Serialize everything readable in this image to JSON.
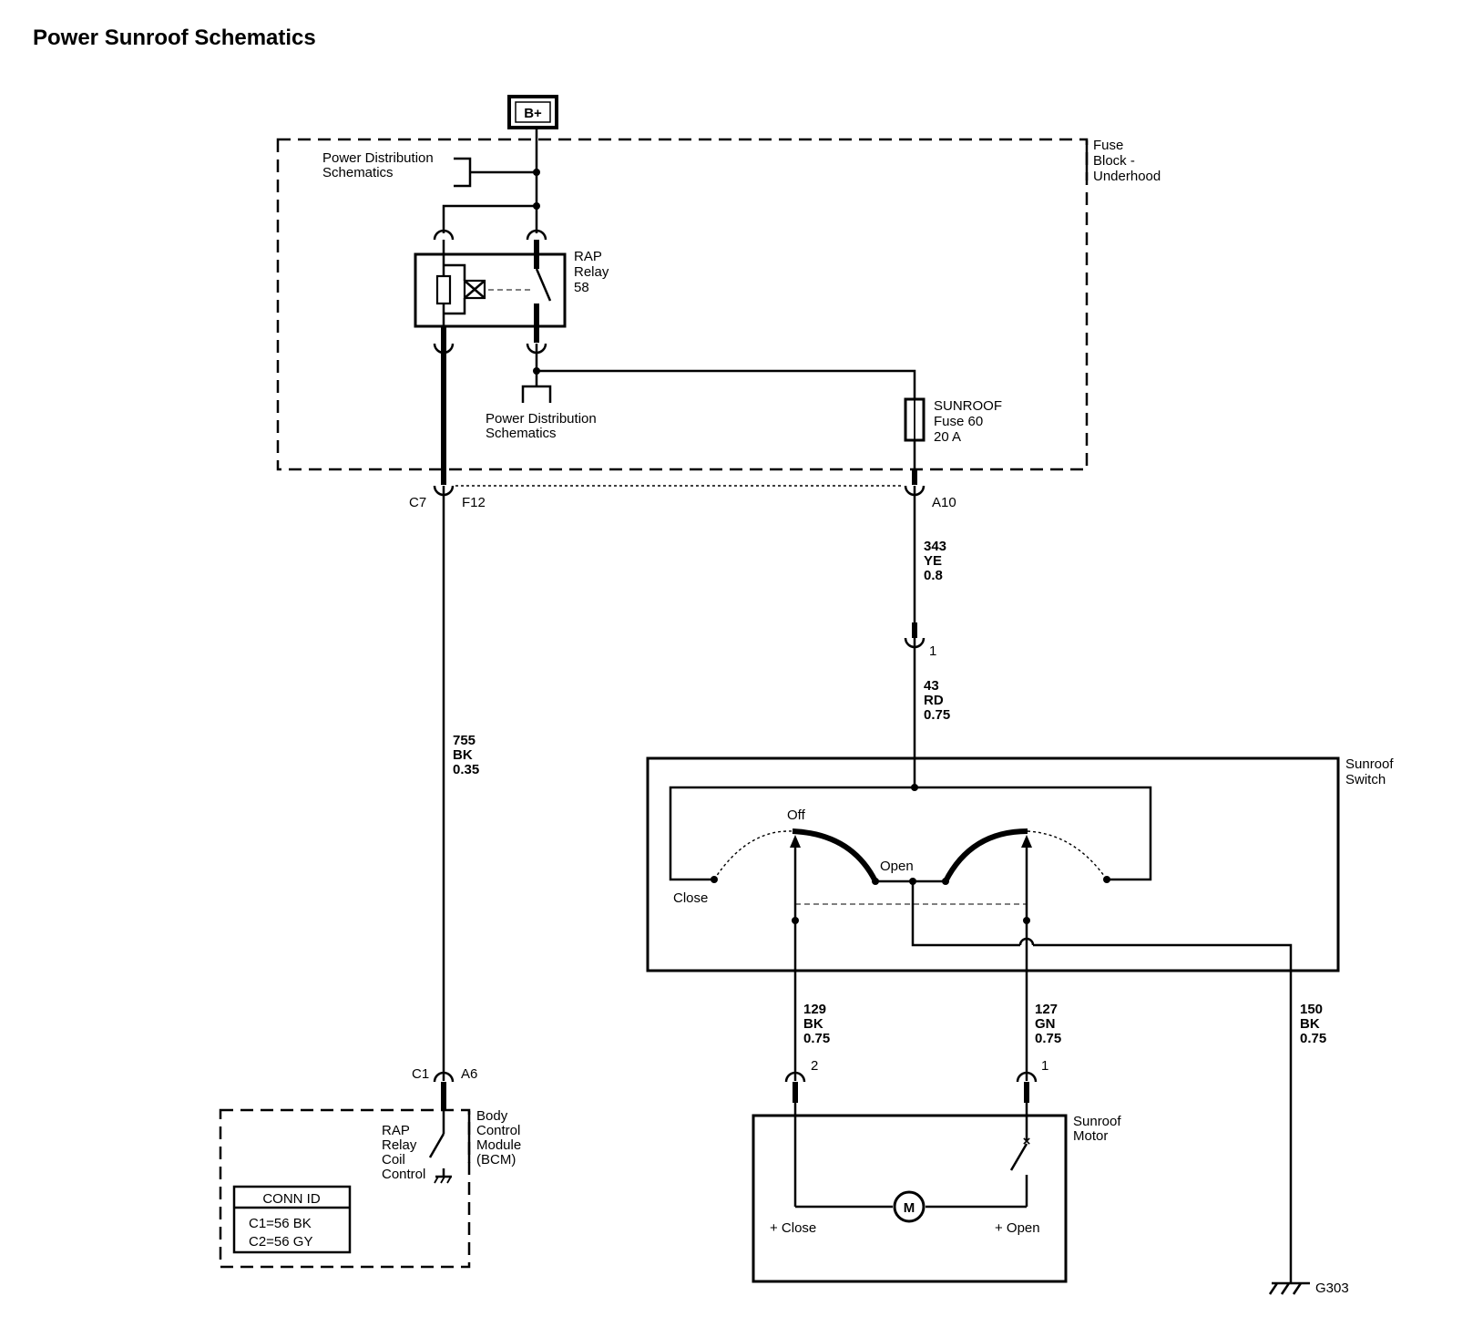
{
  "title": "Power Sunroof Schematics",
  "battery_label": "B+",
  "fuse_block": {
    "label": [
      "Fuse",
      "Block -",
      "Underhood"
    ],
    "power_dist_top": [
      "Power Distribution",
      "Schematics"
    ],
    "power_dist_bottom": [
      "Power Distribution",
      "Schematics"
    ],
    "relay": [
      "RAP",
      "Relay",
      "58"
    ],
    "fuse": [
      "SUNROOF",
      "Fuse 60",
      "20 A"
    ]
  },
  "connectors": {
    "c7": "C7",
    "f12": "F12",
    "a10": "A10",
    "inline_1": "1",
    "c1": "C1",
    "a6": "A6",
    "motor_pin_2": "2",
    "motor_pin_1": "1"
  },
  "wires": {
    "w343": [
      "343",
      "YE",
      "0.8"
    ],
    "w43": [
      "43",
      "RD",
      "0.75"
    ],
    "w755": [
      "755",
      "BK",
      "0.35"
    ],
    "w129": [
      "129",
      "BK",
      "0.75"
    ],
    "w127": [
      "127",
      "GN",
      "0.75"
    ],
    "w150": [
      "150",
      "BK",
      "0.75"
    ]
  },
  "sunroof_switch": {
    "label": [
      "Sunroof",
      "Switch"
    ],
    "off": "Off",
    "open": "Open",
    "close": "Close"
  },
  "bcm": {
    "label": [
      "Body",
      "Control",
      "Module",
      "(BCM)"
    ],
    "relay_control": [
      "RAP",
      "Relay",
      "Coil",
      "Control"
    ],
    "conn_header": "CONN ID",
    "conn_rows": [
      "C1=56 BK",
      "C2=56 GY"
    ]
  },
  "motor": {
    "label": [
      "Sunroof",
      "Motor"
    ],
    "symbol": "M",
    "close_terminal": "+ Close",
    "open_terminal": "+ Open"
  },
  "ground": "G303"
}
